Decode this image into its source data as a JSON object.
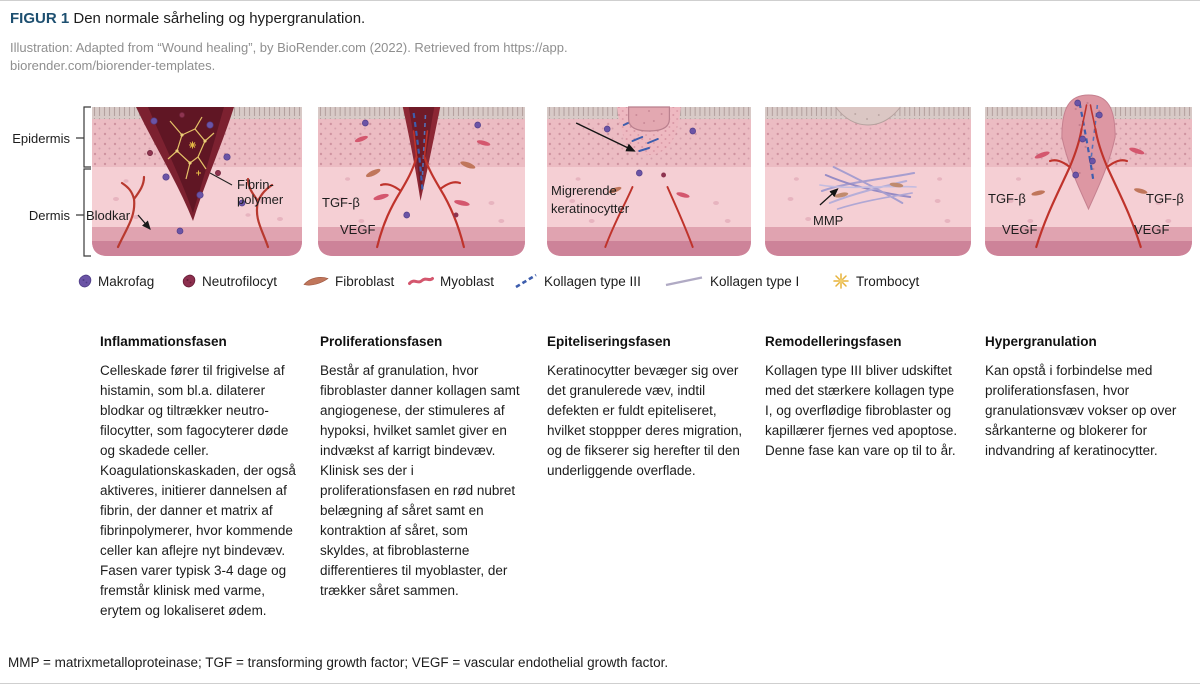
{
  "figure": {
    "label": "FIGUR 1",
    "title": "Den normale sårheling og hypergranulation.",
    "label_color": "#1d4f70",
    "credit_lines": [
      "Illustration: Adapted from “Wound healing”, by BioRender.com (2022). Retrieved from https://app.",
      "biorender.com/biorender-templates."
    ]
  },
  "panel_labels": {
    "epidermis": "Epidermis",
    "dermis": "Dermis",
    "blodkar": "Blodkar",
    "fibrin_line1": "Fibrin-",
    "fibrin_line2": "polymer",
    "tgf": "TGF-β",
    "vegf": "VEGF",
    "migrerende_line1": "Migrerende",
    "migrerende_line2": "keratinocytter",
    "mmp": "MMP"
  },
  "legend": [
    {
      "label": "Makrofag",
      "color": "#6b54a6"
    },
    {
      "label": "Neutrofilocyt",
      "color": "#8c2f4e"
    },
    {
      "label": "Fibroblast",
      "color": "#c0765b"
    },
    {
      "label": "Myoblast",
      "color": "#d4576e"
    },
    {
      "label": "Kollagen type III",
      "color": "#3d5dad"
    },
    {
      "label": "Kollagen type I",
      "color": "#b0aac4"
    },
    {
      "label": "Trombocyt",
      "color": "#e7b33b"
    }
  ],
  "phases": [
    {
      "title": "Inflammationsfasen",
      "body": "Celleskade fører til frigivelse af histamin, som bl.a. dilaterer blodkar og tiltrækker neutro­filocytter, som fagocyterer døde og skadede celler. Koagulationskaskaden, der også aktiveres, initierer dannelsen af fibrin, der danner et matrix af fibrinpolymerer, hvor kommende celler kan aflejre nyt bindevæv. Fasen varer typisk 3-4 dage og fremstår klinisk med varme, erytem og lokaliseret ødem."
    },
    {
      "title": "Proliferationsfasen",
      "body": "Består af granulation, hvor fibroblaster danner kollagen samt angiogenese, der stimuleres af hypoksi, hvilket samlet giver en indvækst af karrigt bindevæv. Klinisk ses der i proliferationsfasen en rød nubret belægning af såret samt en kontraktion af såret, som skyldes, at fibroblasterne differentieres til myoblaster, der trækker såret sammen."
    },
    {
      "title": "Epiteliseringsfasen",
      "body": "Keratinocytter bevæger sig over det granulerede væv, indtil defekten er fuldt epiteliseret, hvilket stoppper deres migration, og de fikserer sig herefter til den underliggende overflade."
    },
    {
      "title": "Remodelleringsfasen",
      "body": "Kollagen type III bliver udskiftet med det stærkere kollagen type I, og overflødige fibroblaster og kapillærer fjernes ved apoptose. Denne fase kan vare op til to år."
    },
    {
      "title": "Hypergranulation",
      "body": "Kan opstå i forbindelse med proliferationsfasen, hvor granulationsvæv vokser op over sårkanterne og blokerer for indvandring af keratinocytter."
    }
  ],
  "footnote": "MMP = matrixmetalloproteinase; TGF = transforming growth factor; VEGF = vascular endothelial growth factor."
}
